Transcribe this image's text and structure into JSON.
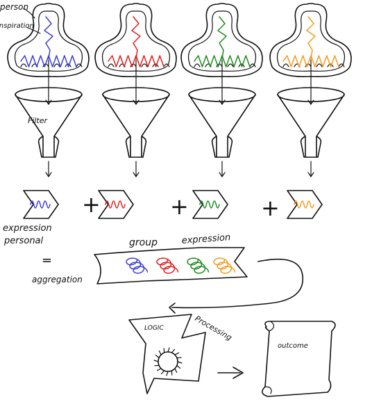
{
  "labels": {
    "person": "person",
    "inspiration": "inspiration",
    "filter": "Filter",
    "expression_personal_line1": "expression",
    "expression_personal_line2": "personal",
    "equals": "=",
    "aggregation": "aggregation",
    "group": "group",
    "expression": "expression",
    "processing": "Processing",
    "logic": "LOGIC",
    "outcome": "outcome"
  },
  "operators": {
    "plus": "+"
  },
  "persons": [
    {
      "color": "#3b3bd6"
    },
    {
      "color": "#e01b1b"
    },
    {
      "color": "#1c8a1c"
    },
    {
      "color": "#f29a1c"
    }
  ],
  "ink_color": "#111111"
}
